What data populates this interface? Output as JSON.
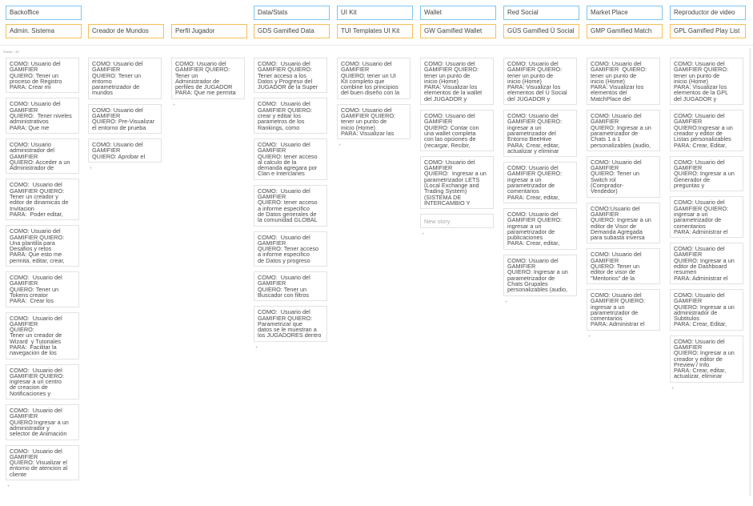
{
  "epics": [
    {
      "label": "Backoffice"
    },
    {
      "label": ""
    },
    {
      "label": ""
    },
    {
      "label": "Data/Stats"
    },
    {
      "label": "UI Kit"
    },
    {
      "label": "Wallet"
    },
    {
      "label": "Red Social"
    },
    {
      "label": "Market Place"
    },
    {
      "label": "Reproductor de video"
    }
  ],
  "features": [
    {
      "label": "Admin. Sistema"
    },
    {
      "label": "Creador de Mundos"
    },
    {
      "label": "Perfil Jugador"
    },
    {
      "label": "GDS Gamified Data"
    },
    {
      "label": "TUI Templates UI Kit"
    },
    {
      "label": "GW Gamified Wallet"
    },
    {
      "label": "GÜS Gamified Ü Social"
    },
    {
      "label": "GMP Gamified Match"
    },
    {
      "label": "GPL Gamified Play List"
    }
  ],
  "release_label": "Sheep · 45",
  "columns": [
    {
      "cards": [
        {
          "text": "COMO: Usuario del\nGAMIFIER\nQUIERO: Tener un\nproceso de Registro\nPARA: Crear mi"
        },
        {
          "text": "COMO: Usuario del\nGAMIFIER\nQUIERO:  Tener niveles\nadministrativos\nPARA: Que me"
        },
        {
          "text": "COMO: Usuario\nadministrador del\nGAMIFIER\nQUIERO: Acceder a un\nAdministrador de"
        },
        {
          "text": "COMO:  Usuario del\nGAMIFIER QUIERO:\nTener un creador y\neditor de dinamicas de\nInvitacion\nPARA:  Poder editar,"
        },
        {
          "text": "COMO: Usuario del\nGAMIFIER QUIERO:\nUna plantilla para\nDesafios y retos\nPARA: Que esto me\npermita, editar, crear,"
        },
        {
          "text": "COMO:  Usuario del\nGAMIFIER\nQUIERO: Tener un\nTokens creator\nPARA:  Crear los"
        },
        {
          "text": "COMO:  Usuario del\nGAMIFIER\nQUIERO:\nTener un creador de\nWizard  y Tutoriales\nPARA:  Facilitar la\nnavegacion de los"
        },
        {
          "text": "COMO:  Usuario del\nGAMIFIER QUIERO:\ningresar a un centro\nde creacion de\nNotificaciones y"
        },
        {
          "text": "COMO:  Usuario del\nGAMIFIER\nQUIERO:Ingresar a un\nadministrador y\nselector de Animación"
        },
        {
          "text": "COMO:  Usuario del\nGAMIFIER\nQUIERO: Visualizar el\nentorno de atencion al\ncliente"
        }
      ]
    },
    {
      "cards": [
        {
          "text": "COMO: Usuario del\nGAMIFIER\nQUIERO: Tener un\nentorno\nparametrizador de\nmundos"
        },
        {
          "text": "COMO: Usuario del\nGAMIFIER\nQUIERO: Pre-Visualizar\nel entorno de prueba"
        },
        {
          "text": "COMO: Usuario del\nGAMIFIER\nQUIERO: Aprobar el"
        }
      ]
    },
    {
      "cards": [
        {
          "text": "COMO: Usuario del\nGAMIFIER QUIERO:\nTener un\nAdministrador de\nperfiles de JUGADOR\nPARA: Que me permita"
        }
      ]
    },
    {
      "cards": [
        {
          "text": "COMO:  Usuario del\nGAMIFIER QUIERO:\nTener acceso a los\nDatos y Progreso del\nJUGADOR de la Super"
        },
        {
          "text": "COMO:  Usuario del\nGAMIFIER QUIERO:\ncrear y editar los\nparametros de los\nRankings, como"
        },
        {
          "text": "COMO:  Usuario del\nGAMIFIER\nQUIERO: tener acceso\nal calculo de la\ndemanda agregara por\nClan e Interclanes"
        },
        {
          "text": "COMO:  Usuario del\nGAMIFIER\nQUIERO: tener acceso\na informe especifico\nde Datos generales de\nla comunidad GLOBAL"
        },
        {
          "text": "COMO:  Usuario del\nGAMIFIER\nQUIERO: Tener acceso\na informe especifico\nde Datos y progreso"
        },
        {
          "text": "COMO:  Usuario del\nGAMIFIER\nQUIERO: Tener un\nBuscador con filtros"
        },
        {
          "text": "COMO:  Usuario del\nGAMIFIER QUIERO:\nParametrizar que\ndatos se le muestran a\nlos JUGADORES dentro"
        }
      ]
    },
    {
      "cards": [
        {
          "text": "COMO: Usuario del\nGAMIFIER\nQUIERO: tener un UI\nKit completo que\ncombine los principios\ndel buen diseño con la"
        },
        {
          "text": "COMO: Usuario del\nGAMIFIER QUIERO:\ntener un punto de\ninicio (Home)\nPARA: Visualizar las"
        }
      ]
    },
    {
      "cards": [
        {
          "text": "COMO: Usuario del\nGAMIFIER QUIERO:\ntener un punto de\ninicio (Home)\nPARA: Visualizar los\nelementos de la wallet\ndel JUGADOR y"
        },
        {
          "text": "COMO: Usuario del\nGAMIFIER\nQUIERO: Contar con\nuna wallet completa\ncon las opciones de\n(recargar, Recibir,"
        },
        {
          "text": "COMO: Usuario del\nGAMIFIER\nQUIERO:  Ingresar a un\nparametrizador LETS\n(Local Exchange and\nTrading System)\n(SISTEMA DE\nINTERCAMBIO Y"
        },
        {
          "text": "New story",
          "empty": true
        }
      ]
    },
    {
      "cards": [
        {
          "text": "COMO: Usuario del\nGAMIFIER QUIERO:\ntener un punto de\ninicio (Home)\nPARA: Visualizar los\nelementos del Ü Social\ndel JUGADOR y"
        },
        {
          "text": "COMO: Usuario del\nGAMIFIER QUIERO:\ningresar a un\nparametrizador del\nEntorno BeeHive\nPARA: Crear, editar,\nactualizar y eliminar"
        },
        {
          "text": "COMO: Usuario del\nGAMIFIER QUIERO:\ningresar a un\nparametrizador de\ncomentarios\nPARA: Crear, editar,"
        },
        {
          "text": "COMO: Usuario del\nGAMIFIER QUIERO:\ningresar a un\nparametrizador de\npublicaciones\nPARA: Crear, editar,"
        },
        {
          "text": "COMO: Usuario del\nGAMIFIER\nQUIERO: Ingresar a un\nparametrizador de\nChats Grupales\npersonalizables (audio,"
        }
      ]
    },
    {
      "cards": [
        {
          "text": "COMO: Usuario del\nGAMIFIER  QUIERO:\ntener un punto de\ninicio (Home)\nPARA: Visualizar los\nelementos del\nMatchPlace del"
        },
        {
          "text": "COMO: Usuario del\nGAMIFIER\nQUIERO: Ingresar a un\nparametrizador de\nChats 1 a 1\npersonalizables (audio,"
        },
        {
          "text": "COMO: Usuario del\nGAMIFIER\nQUIERO: Tener un\nSwitch rol\n(Comprador-\nVendedor)"
        },
        {
          "text": "COMO:Usuario del\nGAMIFIER\nQUIERO: Ingresar a un\neditor de Visor de\nDemanda Agregada\npara subasta inversa"
        },
        {
          "text": "COMO: Usuario del\nGAMIFIER\nQUIERO: Tener un\neditor de visor de\n\"Meritorios\" de la"
        },
        {
          "text": "COMO: Usuario del\nGAMIFIER QUIERO:\ningresar a un\nparametrizador de\ncomentarios\nPARA: Administrar el"
        }
      ]
    },
    {
      "cards": [
        {
          "text": "COMO: Usuario del\nGAMIFIER QUIERO:\ntener un punto de\ninicio (Home)\nPARA: Visualizar los\nelementos de la GPL\ndel JUGADOR y"
        },
        {
          "text": "COMO: Usuario del\nGAMIFIER\nQUIERO:Ingresar a un\ncreador y editor de\nListas personalizables\nPARA: Crear, Editar,"
        },
        {
          "text": "COMO: Usuario del\nGAMIFIER\nQUIERO: Ingresar a un\nGenerador de\npreguntas y"
        },
        {
          "text": "COMO: Usuario del\nGAMIFIER QUIERO:\ningresar a un\nparametrizador de\ncomentarios\nPARA: Administrar el"
        },
        {
          "text": "COMO: Usuario del\nGAMIFIER\nQUIERO: Ingresar a un\neditor de Dashboard\nresumen\nPARA: Administrar el"
        },
        {
          "text": "COMO: Usuario del\nGAMIFIER\nQUIERO: Ingresar a un\nadministrador de\nSubtitulos\nPARA: Crear, Editar,"
        },
        {
          "text": "COMO: Usuario del\nGAMIFIER\nQUIERO: Ingresar a un\ncreador y editor de\nPreview / Info\nPARA: Crear, editar,\nactualizar, eliminar"
        }
      ]
    }
  ]
}
